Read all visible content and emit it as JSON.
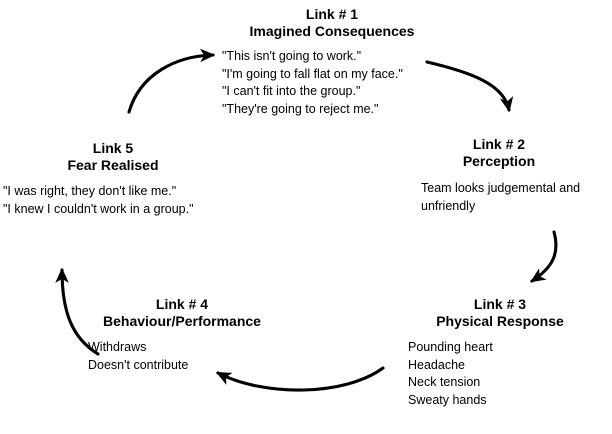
{
  "diagram": {
    "title_text": "",
    "stroke_color": "#000000",
    "background_color": "#ffffff",
    "text_color": "#000000",
    "nodes": [
      {
        "id": "link1",
        "title_line1": "Link # 1",
        "title_line2": "Imagined Consequences",
        "body": [
          "\"This isn't going to work.\"",
          "\"I'm going to fall flat on my face.\"",
          "\"I can't fit into the group.\"",
          "\"They're going to reject me.\""
        ]
      },
      {
        "id": "link2",
        "title_line1": "Link # 2",
        "title_line2": "Perception",
        "body": [
          "Team looks judgemental and",
          "unfriendly"
        ]
      },
      {
        "id": "link3",
        "title_line1": "Link # 3",
        "title_line2": "Physical Response",
        "body": [
          "Pounding heart",
          "Headache",
          "Neck tension",
          "Sweaty hands"
        ]
      },
      {
        "id": "link4",
        "title_line1": "Link # 4",
        "title_line2": "Behaviour/Performance",
        "body": [
          "Withdraws",
          "Doesn't contribute"
        ]
      },
      {
        "id": "link5",
        "title_line1": "Link 5",
        "title_line2": "Fear Realised",
        "body": [
          "\"I was right, they don't like me.\"",
          "\"I knew I couldn't work in a group.\""
        ]
      }
    ],
    "arrows": [
      {
        "id": "arrow-link5-to-link1",
        "from": "link5",
        "to": "link1",
        "direction": "up-right"
      },
      {
        "id": "arrow-link1-to-link2",
        "from": "link1",
        "to": "link2",
        "direction": "down-right"
      },
      {
        "id": "arrow-link2-to-link3",
        "from": "link2",
        "to": "link3",
        "direction": "down-left"
      },
      {
        "id": "arrow-link3-to-link4",
        "from": "link3",
        "to": "link4",
        "direction": "left"
      },
      {
        "id": "arrow-link4-to-link5",
        "from": "link4",
        "to": "link5",
        "direction": "up"
      }
    ]
  }
}
